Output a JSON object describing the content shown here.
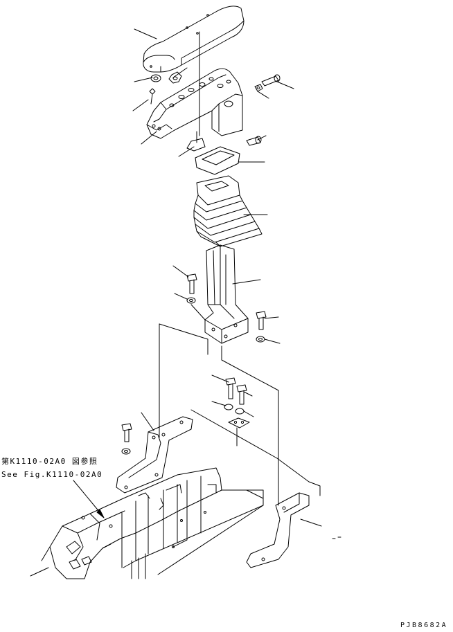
{
  "reference": {
    "jp": "第K1110-02A0 図参照",
    "en": "See Fig.K1110-02A0"
  },
  "figure_code": "PJB8682A"
}
